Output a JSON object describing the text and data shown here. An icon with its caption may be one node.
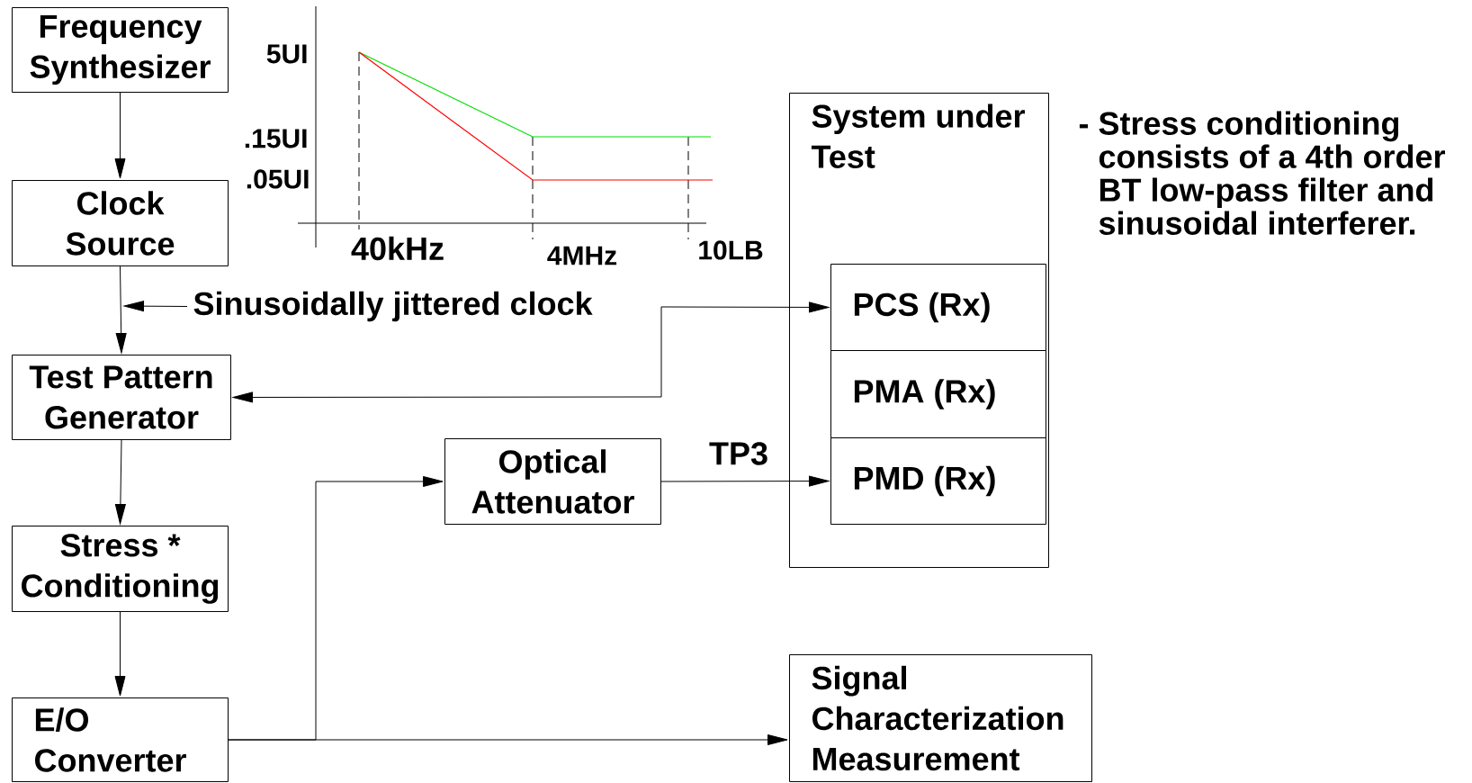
{
  "diagram": {
    "nodes": [
      {
        "text": [
          "Frequency Synthesizer"
        ]
      },
      {
        "text": [
          "Clock Source"
        ]
      },
      {
        "text": [
          "Sinusoidally jittered clock"
        ]
      },
      {
        "text": [
          "Test Pattern Generator"
        ]
      },
      {
        "text": [
          "Stress * Conditioning"
        ]
      },
      {
        "text": [
          "E/O Converter"
        ]
      },
      {
        "text": [
          "Optical Attenuator"
        ]
      },
      {
        "text": [
          "System under Test"
        ]
      },
      {
        "text": [
          "PCS (Rx)"
        ],
        "in": 7
      },
      {
        "text": [
          "PMA (Rx)"
        ],
        "in": 7
      },
      {
        "text": [
          "PMD (Rx)"
        ],
        "in": 7
      },
      {
        "text": [
          "Signal Characterization Measurement"
        ]
      }
    ],
    "edges": [
      {
        "from": 0,
        "to": 1,
        "arrow": "to"
      },
      {
        "from": 1,
        "to": 3,
        "arrow": "to"
      },
      {
        "from": 2,
        "to": null,
        "arrow": "to"
      },
      {
        "from": 3,
        "to": 8,
        "arrow": "both"
      },
      {
        "from": 3,
        "to": 4,
        "arrow": "to"
      },
      {
        "from": 4,
        "to": 5,
        "arrow": "to"
      },
      {
        "from": 5,
        "to": 6,
        "arrow": "to"
      },
      {
        "from": 5,
        "to": 11,
        "arrow": "to"
      },
      {
        "from": 6,
        "to": 10,
        "arrow": "to",
        "label": "TP3"
      }
    ],
    "labels": [
      "5UI",
      ".15UI",
      ".05UI",
      "40kHz",
      "4MHz",
      "10LB",
      "- Stress conditioning consists of a 4th order BT low-pass filter and sinusoidal interferer."
    ]
  }
}
